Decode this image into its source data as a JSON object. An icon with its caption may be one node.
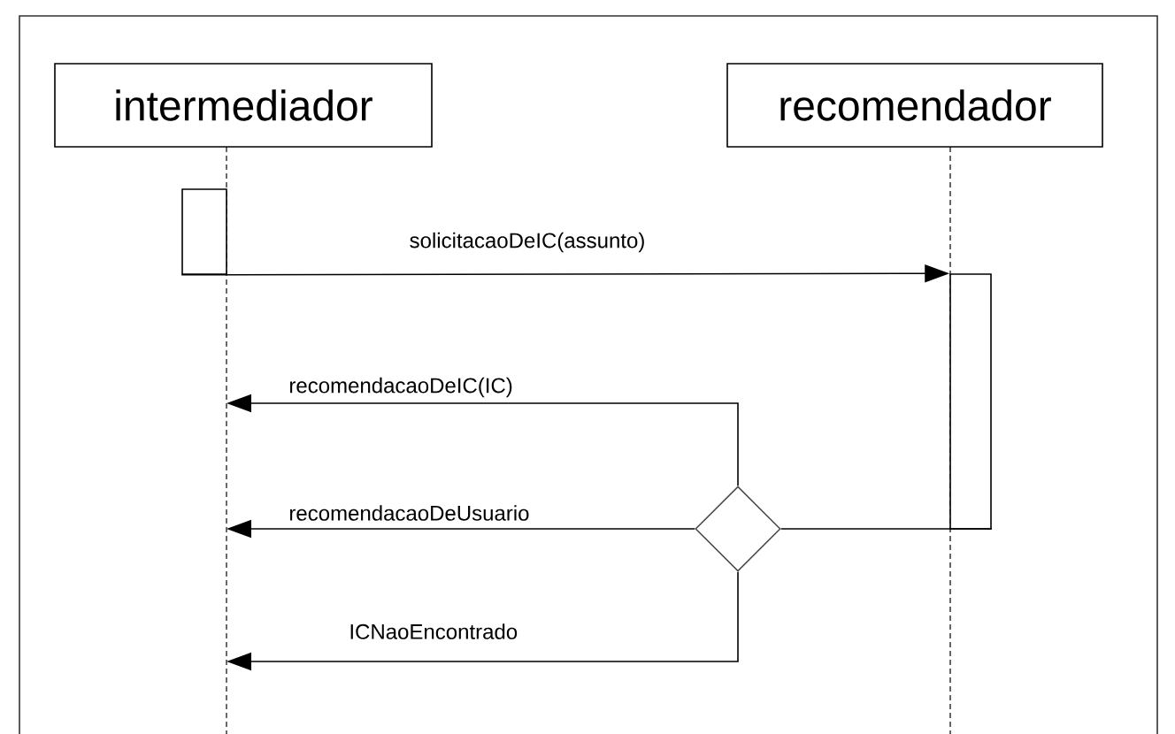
{
  "diagram": {
    "nodes": [
      {
        "text": [
          "intermediador"
        ]
      },
      {
        "text": [
          "recomendador"
        ]
      },
      {
        "text": [],
        "shape": "line"
      },
      {
        "text": [],
        "shape": "line"
      },
      {
        "text": [],
        "shape": "bar"
      },
      {
        "text": [],
        "shape": "bar"
      },
      {
        "text": [],
        "shape": "diamond"
      }
    ],
    "edges": [
      {
        "from": 4,
        "to": 5,
        "arrow": "to",
        "label": "solicitacaoDeIC(assunto)"
      },
      {
        "from": 5,
        "to": 6,
        "arrow": "none"
      },
      {
        "from": 6,
        "to": 2,
        "arrow": "to",
        "label": "recomendacaoDeIC(IC)"
      },
      {
        "from": 6,
        "to": 2,
        "arrow": "to",
        "label": "recomendacaoDeUsuario"
      },
      {
        "from": 6,
        "to": 2,
        "arrow": "to",
        "label": "ICNaoEncontrado"
      }
    ]
  }
}
